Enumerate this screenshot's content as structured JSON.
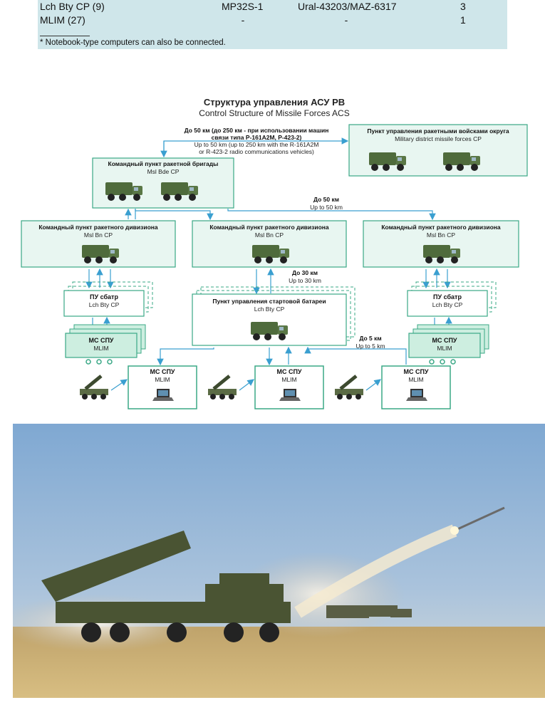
{
  "table": {
    "rows": [
      {
        "name": "Lch Bty CP (9)",
        "c2": "MP32S-1",
        "c3": "Ural-43203/MAZ-6317",
        "c4": "3"
      },
      {
        "name": "MLIM (27)",
        "c2": "-",
        "c3": "-",
        "c4": "1"
      }
    ],
    "footnote": "* Notebook-type computers can also be connected."
  },
  "diagram": {
    "title_ru": "Структура управления АСУ РВ",
    "title_en": "Control Structure of Missile Forces ACS",
    "top_link_ru": "До 50 км (до 250 км - при использовании машин",
    "top_link_ru2": "связи типа Р-161А2М, Р-423-2)",
    "top_link_en": "Up to 50 km (up to 250 km with the R-161A2M",
    "top_link_en2": "or R-423-2 radio communications vehicles)",
    "district_ru": "Пункт управления ракетными войсками округа",
    "district_en": "Military district missile forces CP",
    "bde_ru": "Командный пункт ракетной бригады",
    "bde_en": "Msl Bde CP",
    "link50_ru": "До 50 км",
    "link50_en": "Up to 50 km",
    "bn_ru": "Командный пункт ракетного дивизиона",
    "bn_en": "Msl Bn CP",
    "link30_ru": "До 30 км",
    "link30_en": "Up to 30 km",
    "bty_ru": "ПУ сбатр",
    "bty_en": "Lch Bty CP",
    "sbty_ru": "Пункт управления стартовой батареи",
    "sbty_en": "Lch Bty CP",
    "link5_ru": "До 5 км",
    "link5_en": "Up to 5 km",
    "mlim_ru": "МС СПУ",
    "mlim_en": "MLIM"
  },
  "colors": {
    "table_bg": "#cfe6ea",
    "box_border": "#3aa886",
    "arrow": "#3a9fd0",
    "vehicle": "#4f6b3c",
    "sky": "#8fb3d6",
    "field": "#c8a66a"
  }
}
